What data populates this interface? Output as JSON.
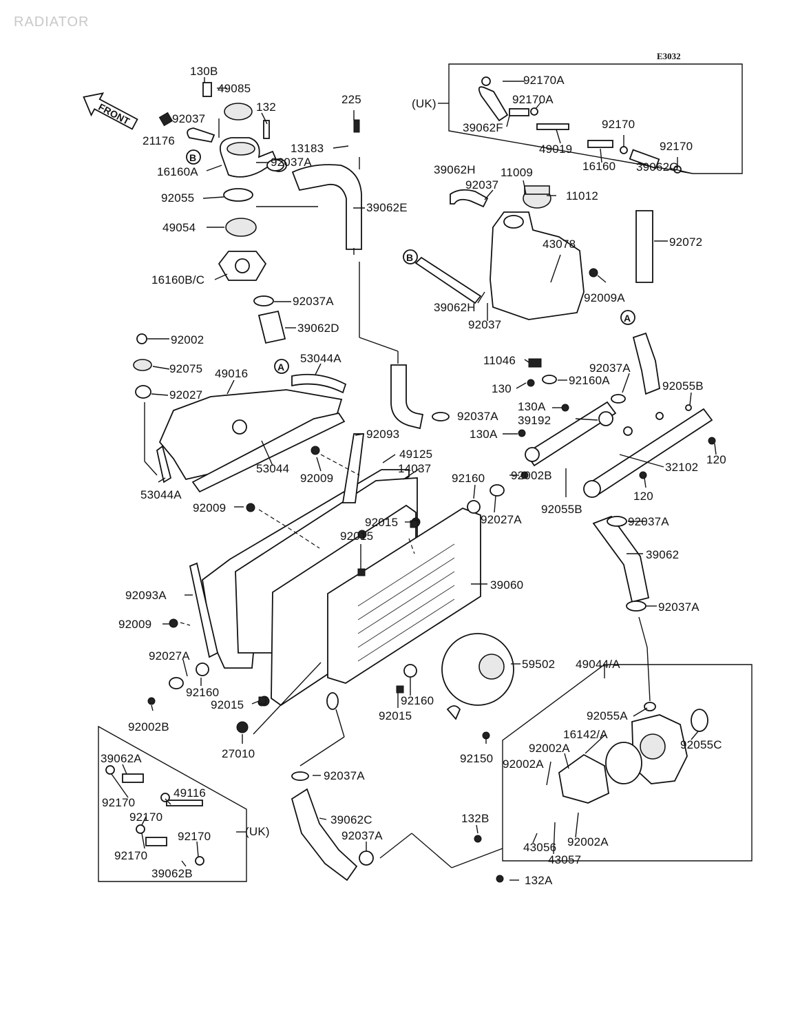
{
  "title": "RADIATOR",
  "diagram_code": "E3032",
  "front_label": "FRONT",
  "markers": [
    "A",
    "B"
  ],
  "region_labels": {
    "uk_top": "(UK)",
    "uk_bottom": "(UK)"
  },
  "parts": {
    "p130B": "130B",
    "p49085": "49085",
    "p132": "132",
    "p92037_a": "92037",
    "p21176": "21176",
    "p16160A": "16160A",
    "p92037A_a": "92037A",
    "p92055": "92055",
    "p49054": "49054",
    "p16160BC": "16160B/C",
    "p92037A_b": "92037A",
    "p39062D": "39062D",
    "p225": "225",
    "p13183": "13183",
    "p39062E": "39062E",
    "p92170A_a": "92170A",
    "p92170A_b": "92170A",
    "p39062F": "39062F",
    "p49019": "49019",
    "p92170_a": "92170",
    "p16160": "16160",
    "p92170_b": "92170",
    "p39062G": "39062G",
    "p39062H_a": "39062H",
    "p92037_b": "92037",
    "p11009": "11009",
    "p11012": "11012",
    "p43078": "43078",
    "p92072": "92072",
    "p39062H_b": "39062H",
    "p92037_c": "92037",
    "p92009A": "92009A",
    "p92002": "92002",
    "p92075": "92075",
    "p49016": "49016",
    "p92027": "92027",
    "p53044A_a": "53044A",
    "p53044": "53044",
    "p53044A_b": "53044A",
    "p92009_a": "92009",
    "p92093": "92093",
    "p49125": "49125",
    "p14037": "14037",
    "p92009_b": "92009",
    "p11046": "11046",
    "p130": "130",
    "p92160A": "92160A",
    "p92037A_c": "92037A",
    "p92055B_a": "92055B",
    "p92037A_d": "92037A",
    "p130A_a": "130A",
    "p39192": "39192",
    "p130A_b": "130A",
    "p120_a": "120",
    "p32102": "32102",
    "p120_b": "120",
    "p92160_a": "92160",
    "p92002B_a": "92002B",
    "p92027A_a": "92027A",
    "p92055B_b": "92055B",
    "p92037A_e": "92037A",
    "p92015_a": "92015",
    "p92015_b": "92015",
    "p39062": "39062",
    "p39060": "39060",
    "p92037A_f": "92037A",
    "p92093A": "92093A",
    "p92009_c": "92009",
    "p59502": "59502",
    "p49044A": "49044/A",
    "p92027A_b": "92027A",
    "p92160_b": "92160",
    "p92002B_b": "92002B",
    "p92015_c": "92015",
    "p92160_c": "92160",
    "p92015_d": "92015",
    "p27010": "27010",
    "p92055A": "92055A",
    "p16142A": "16142/A",
    "p92055C": "92055C",
    "p92002A_a": "92002A",
    "p92002A_b": "92002A",
    "p92150": "92150",
    "p39062A": "39062A",
    "p92037A_g": "92037A",
    "p49116": "49116",
    "p92170_c": "92170",
    "p92170_d": "92170",
    "p39062C": "39062C",
    "p92037A_h": "92037A",
    "p132B": "132B",
    "p92170_e": "92170",
    "p92170_f": "92170",
    "p43056": "43056",
    "p92002A_c": "92002A",
    "p43057": "43057",
    "p39062B": "39062B",
    "p132A": "132A"
  }
}
